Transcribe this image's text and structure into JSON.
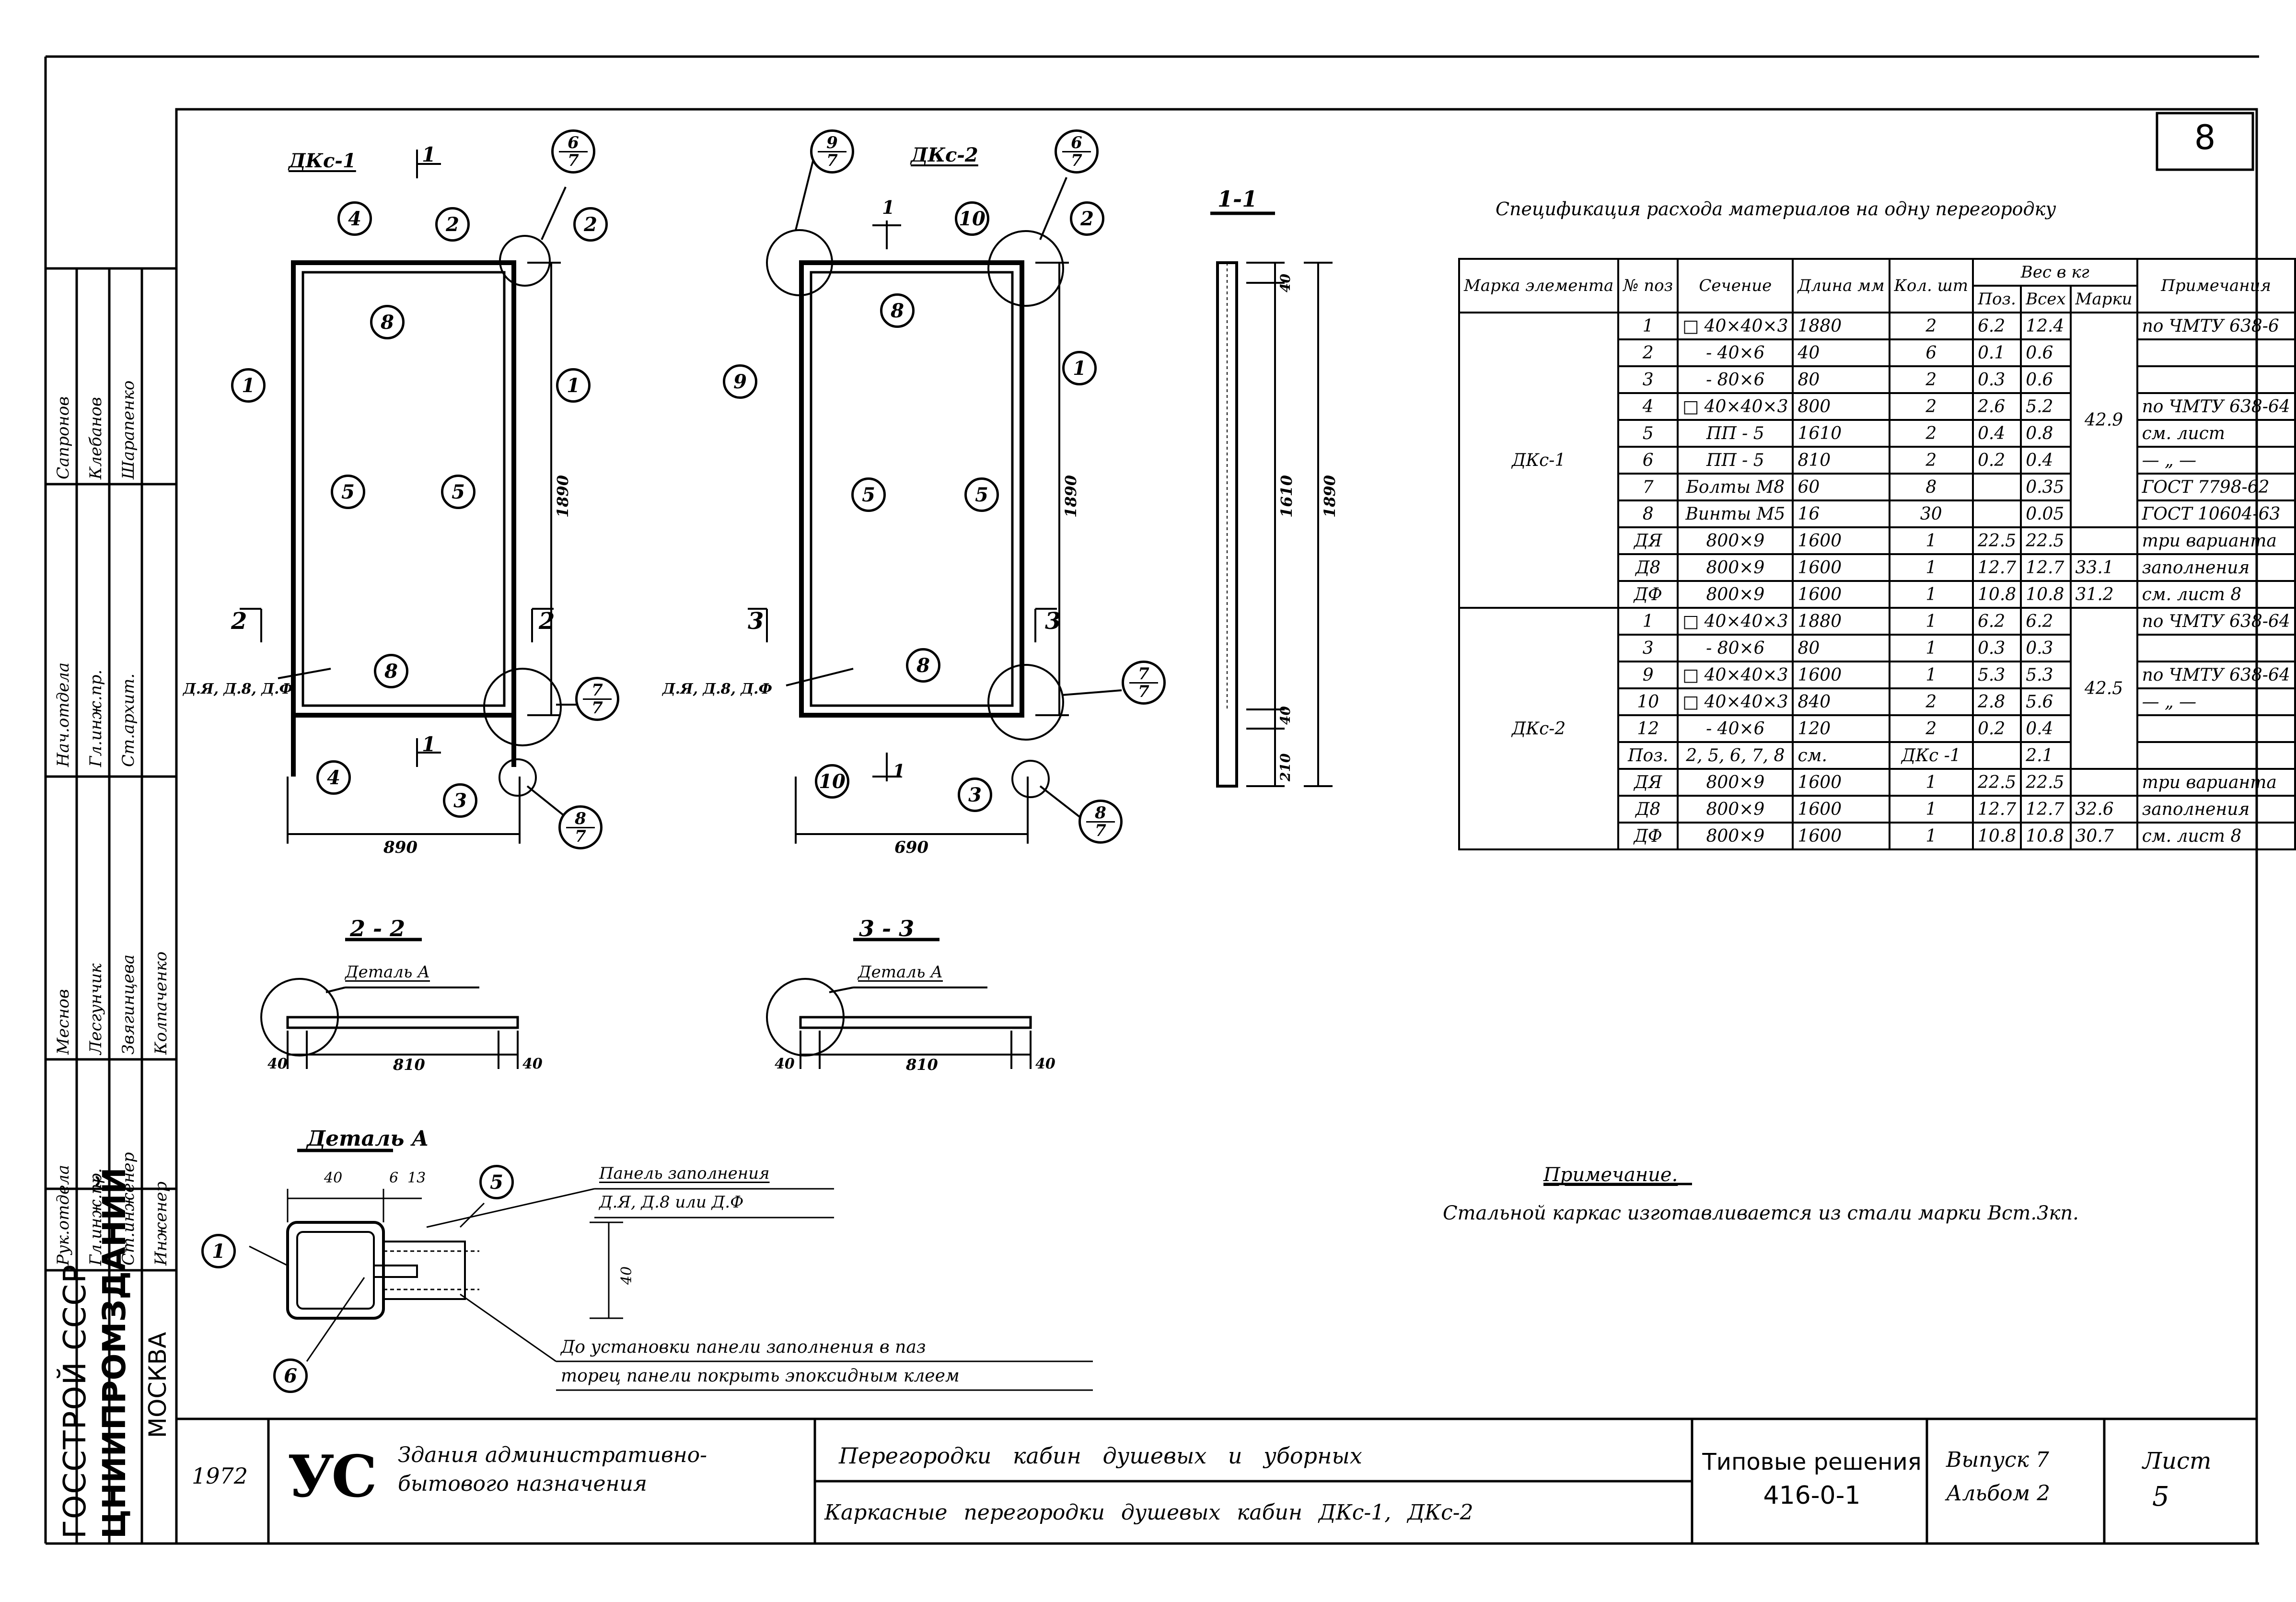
{
  "sheet_number": "8",
  "drawings": {
    "dk1_title": "ДКс-1",
    "dk2_title": "ДКс-2",
    "sec11_title": "1-1",
    "sec22_title": "2 - 2",
    "sec33_title": "3 - 3",
    "detail_title": "Деталь А",
    "detail_label_22": "Деталь А",
    "detail_label_33": "Деталь А",
    "cut1": "1",
    "cut2": "2",
    "cut3": "3",
    "dim_890": "890",
    "dim_690": "690",
    "dim_1890": "1890",
    "dim_1610": "1610",
    "dim_40": "40",
    "dim_810": "810",
    "dim_810b": "810",
    "dim_210": "210",
    "panel_label": "Д.Я, Д.8, Д.Ф",
    "positions": [
      "1",
      "2",
      "3",
      "4",
      "5",
      "6",
      "8",
      "9",
      "10"
    ],
    "callout_6_7": "6/7",
    "callout_7_7": "7/7",
    "callout_8_7": "8/7",
    "callout_9_7": "9/7",
    "detail_panel_note_1": "Панель заполнения",
    "detail_panel_note_2": "Д.Я, Д.8 или Д.Ф",
    "detail_dims": [
      "40",
      "6",
      "13",
      "40"
    ],
    "detail_note_1": "До установки панели заполнения в паз",
    "detail_note_2": "торец панели покрыть эпоксидным клеем"
  },
  "spec": {
    "title": "Спецификация расхода материалов на одну перегородку",
    "headers": {
      "mark": "Марка элемента",
      "pos": "№ поз",
      "section": "Сечение",
      "length": "Длина мм",
      "qty": "Кол. шт",
      "weight": "Вес в кг",
      "w_pos": "Поз.",
      "w_all": "Всех",
      "w_mark": "Марки",
      "note": "Примечания"
    },
    "groups": [
      {
        "mark": "ДКс-1",
        "total": "42.9",
        "rows": [
          {
            "pos": "1",
            "section": "□ 40×40×3",
            "len": "1880",
            "qty": "2",
            "wpos": "6.2",
            "wall": "12.4",
            "note": "по ЧМТУ 638-6"
          },
          {
            "pos": "2",
            "section": "- 40×6",
            "len": "40",
            "qty": "6",
            "wpos": "0.1",
            "wall": "0.6",
            "note": ""
          },
          {
            "pos": "3",
            "section": "- 80×6",
            "len": "80",
            "qty": "2",
            "wpos": "0.3",
            "wall": "0.6",
            "note": ""
          },
          {
            "pos": "4",
            "section": "□ 40×40×3",
            "len": "800",
            "qty": "2",
            "wpos": "2.6",
            "wall": "5.2",
            "note": "по ЧМТУ 638-64"
          },
          {
            "pos": "5",
            "section": "ПП - 5",
            "len": "1610",
            "qty": "2",
            "wpos": "0.4",
            "wall": "0.8",
            "note": "см. лист"
          },
          {
            "pos": "6",
            "section": "ПП - 5",
            "len": "810",
            "qty": "2",
            "wpos": "0.2",
            "wall": "0.4",
            "note": "— „ —"
          },
          {
            "pos": "7",
            "section": "Болты М8",
            "len": "60",
            "qty": "8",
            "wpos": "",
            "wall": "0.35",
            "note": "ГОСТ 7798-62"
          },
          {
            "pos": "8",
            "section": "Винты М5",
            "len": "16",
            "qty": "30",
            "wpos": "",
            "wall": "0.05",
            "note": "ГОСТ 10604-63"
          },
          {
            "pos": "ДЯ",
            "section": "800×9",
            "len": "1600",
            "qty": "1",
            "wpos": "22.5",
            "wall": "22.5",
            "wmark": "",
            "note": "три варианта"
          },
          {
            "pos": "Д8",
            "section": "800×9",
            "len": "1600",
            "qty": "1",
            "wpos": "12.7",
            "wall": "12.7",
            "wmark": "33.1",
            "note": "заполнения"
          },
          {
            "pos": "ДФ",
            "section": "800×9",
            "len": "1600",
            "qty": "1",
            "wpos": "10.8",
            "wall": "10.8",
            "wmark": "31.2",
            "note": "см. лист 8"
          }
        ]
      },
      {
        "mark": "ДКс-2",
        "total": "42.5",
        "rows": [
          {
            "pos": "1",
            "section": "□ 40×40×3",
            "len": "1880",
            "qty": "1",
            "wpos": "6.2",
            "wall": "6.2",
            "note": "по ЧМТУ 638-64"
          },
          {
            "pos": "3",
            "section": "- 80×6",
            "len": "80",
            "qty": "1",
            "wpos": "0.3",
            "wall": "0.3",
            "note": ""
          },
          {
            "pos": "9",
            "section": "□ 40×40×3",
            "len": "1600",
            "qty": "1",
            "wpos": "5.3",
            "wall": "5.3",
            "note": "по ЧМТУ 638-64"
          },
          {
            "pos": "10",
            "section": "□ 40×40×3",
            "len": "840",
            "qty": "2",
            "wpos": "2.8",
            "wall": "5.6",
            "note": "— „ —"
          },
          {
            "pos": "12",
            "section": "- 40×6",
            "len": "120",
            "qty": "2",
            "wpos": "0.2",
            "wall": "0.4",
            "note": ""
          },
          {
            "pos": "Поз.",
            "section": "2, 5, 6, 7, 8",
            "len": "см.",
            "qty": "ДКс -1",
            "wpos": "",
            "wall": "2.1",
            "note": "",
            "merge": true
          },
          {
            "pos": "ДЯ",
            "section": "800×9",
            "len": "1600",
            "qty": "1",
            "wpos": "22.5",
            "wall": "22.5",
            "wmark": "",
            "note": "три варианта"
          },
          {
            "pos": "Д8",
            "section": "800×9",
            "len": "1600",
            "qty": "1",
            "wpos": "12.7",
            "wall": "12.7",
            "wmark": "32.6",
            "note": "заполнения"
          },
          {
            "pos": "ДФ",
            "section": "800×9",
            "len": "1600",
            "qty": "1",
            "wpos": "10.8",
            "wall": "10.8",
            "wmark": "30.7",
            "note": "см. лист 8"
          }
        ]
      }
    ]
  },
  "note": {
    "heading": "Примечание.",
    "text": "Стальной каркас изготавливается из стали марки Вст.3кп."
  },
  "titleblock": {
    "org_1": "ГОССТРОЙ СССР",
    "org_2": "ЦНИИПРОМЗДАНИЙ",
    "org_3": "МОСКВА",
    "year": "1972",
    "logo": "УС",
    "building_1": "Здания административно-",
    "building_2": "бытового назначения",
    "title_1": "Перегородки кабин душевых и уборных",
    "title_2": "Каркасные перегородки душевых кабин ДКс-1, ДКс-2",
    "series_1": "Типовые решения",
    "series_2": "416-0-1",
    "issue_1": "Выпуск 7",
    "issue_2": "Альбом 2",
    "sheet_label": "Лист",
    "sheet_no": "5"
  },
  "signatures": {
    "roles": [
      "Рук.отдела",
      "Гл.инж.пр.",
      "Ст.инженер",
      "Инженер",
      "Нач.отдела",
      "Гл.инж.пр.",
      "Ст.архит.",
      "Нач.отдела",
      "Гл.инж.пр.",
      "Ст.архит."
    ],
    "names": [
      "Сапронов",
      "Клебанов",
      "Шарапенко",
      "Меснов",
      "Лесгунчик",
      "Звягинцева",
      "Колпаченко"
    ]
  }
}
